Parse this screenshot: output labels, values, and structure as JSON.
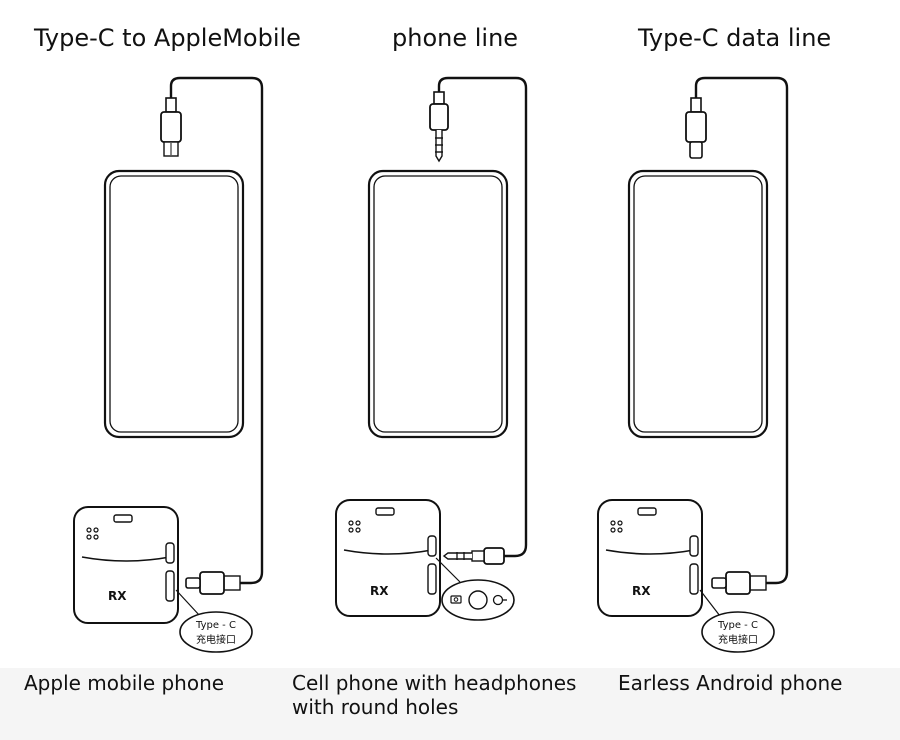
{
  "panels": [
    {
      "title": "Type-C to AppleMobile",
      "caption_lines": [
        "Apple mobile phone"
      ],
      "connector": "lightning",
      "callout": {
        "line1": "Type - C",
        "line2": "充电接口"
      }
    },
    {
      "title": "phone line",
      "caption_lines": [
        "Cell phone with headphones",
        "with round holes"
      ],
      "connector": "trrs-3.5mm",
      "callout_icons": [
        "camera-icon",
        "round-hole-icon",
        "headphone-jack-icon"
      ]
    },
    {
      "title": "Type-C data line",
      "caption_lines": [
        "Earless Android phone"
      ],
      "connector": "usb-c",
      "callout": {
        "line1": "Type - C",
        "line2": "充电接口"
      }
    }
  ],
  "device": {
    "label": "RX"
  }
}
